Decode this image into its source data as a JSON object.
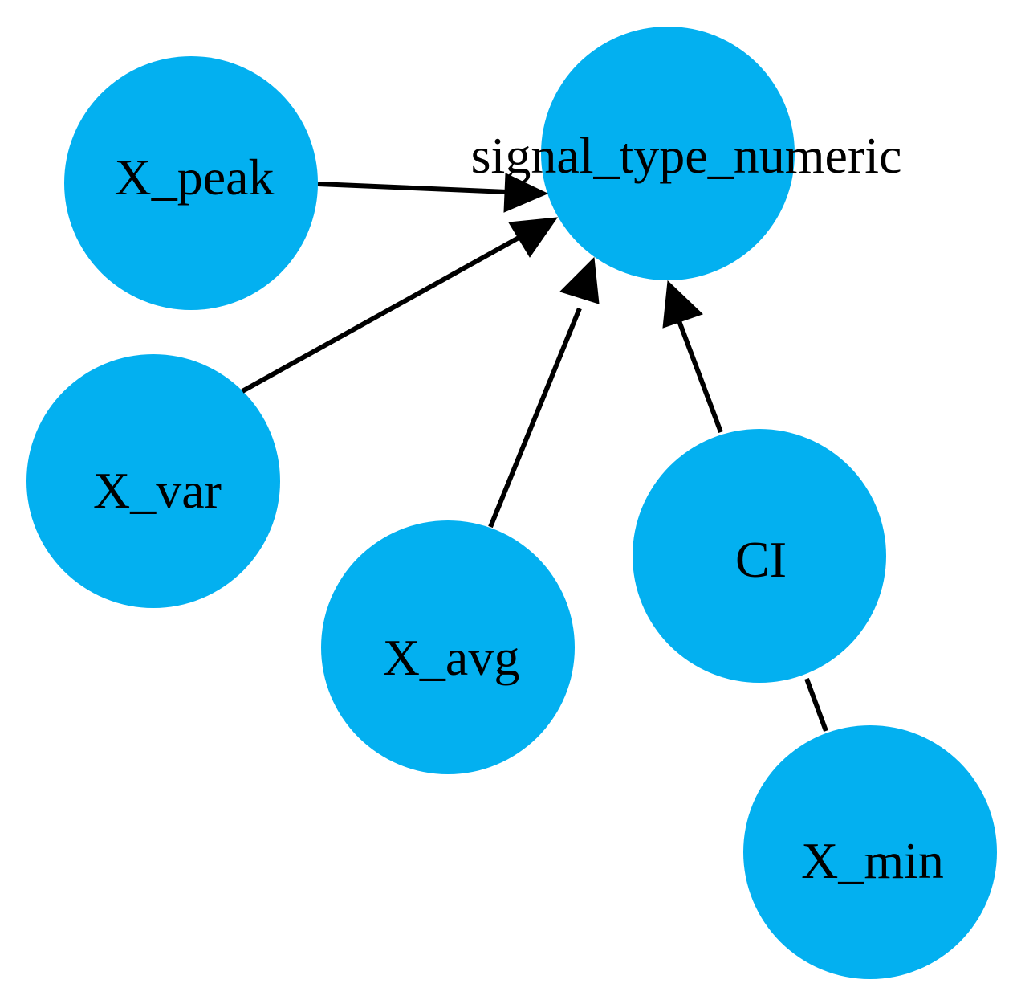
{
  "diagram": {
    "node_color": "#03b0f0",
    "edge_color": "#000000",
    "nodes": [
      {
        "id": "signal_type_numeric",
        "label": "signal_type_numeric"
      },
      {
        "id": "X_peak",
        "label": "X_peak"
      },
      {
        "id": "X_var",
        "label": "X_var"
      },
      {
        "id": "X_avg",
        "label": "X_avg"
      },
      {
        "id": "CI",
        "label": "CI"
      },
      {
        "id": "X_min",
        "label": "X_min"
      }
    ],
    "edges": [
      {
        "from": "X_peak",
        "to": "signal_type_numeric",
        "directed": true
      },
      {
        "from": "X_var",
        "to": "signal_type_numeric",
        "directed": true
      },
      {
        "from": "X_avg",
        "to": "signal_type_numeric",
        "directed": true
      },
      {
        "from": "CI",
        "to": "signal_type_numeric",
        "directed": true
      },
      {
        "from": "X_min",
        "to": "CI",
        "directed": false
      }
    ]
  }
}
